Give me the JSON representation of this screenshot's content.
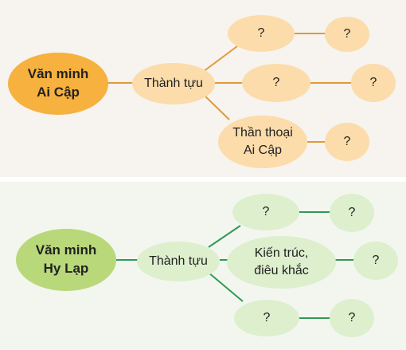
{
  "egypt": {
    "root": "Văn minh\nAi Cập",
    "hub": "Thành tựu",
    "branches": [
      {
        "label": "?",
        "leaf": "?"
      },
      {
        "label": "?",
        "leaf": "?"
      },
      {
        "label": "Thần thoại\nAi Cập",
        "leaf": "?"
      }
    ]
  },
  "greece": {
    "root": "Văn minh\nHy Lạp",
    "hub": "Thành tựu",
    "branches": [
      {
        "label": "?",
        "leaf": "?"
      },
      {
        "label": "Kiến trúc,\nđiêu khắc",
        "leaf": "?"
      },
      {
        "label": "?",
        "leaf": "?"
      }
    ]
  },
  "colors": {
    "egypt_root": "#f6b13e",
    "egypt_node": "#fbdcaa",
    "egypt_line": "#e09a3a",
    "greece_root": "#b9d87a",
    "greece_node": "#ddefcd",
    "greece_line": "#2f9a55"
  }
}
